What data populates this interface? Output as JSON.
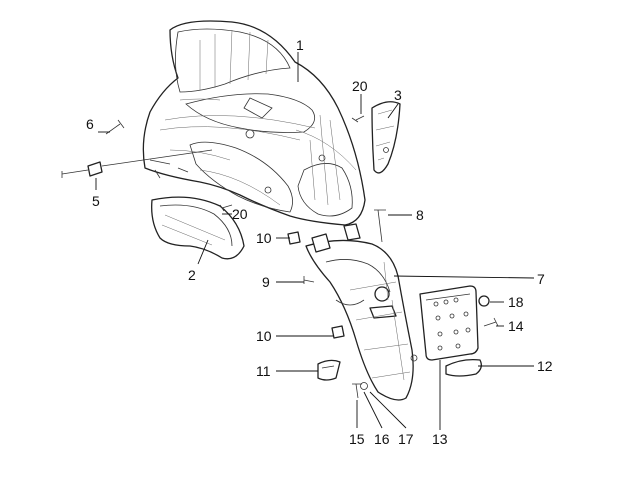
{
  "diagram": {
    "callouts": [
      {
        "id": "c1",
        "text": "1"
      },
      {
        "id": "c2",
        "text": "2"
      },
      {
        "id": "c3",
        "text": "3"
      },
      {
        "id": "c5",
        "text": "5"
      },
      {
        "id": "c6",
        "text": "6"
      },
      {
        "id": "c7",
        "text": "7"
      },
      {
        "id": "c8",
        "text": "8"
      },
      {
        "id": "c9",
        "text": "9"
      },
      {
        "id": "c10a",
        "text": "10"
      },
      {
        "id": "c10b",
        "text": "10"
      },
      {
        "id": "c11",
        "text": "11"
      },
      {
        "id": "c12",
        "text": "12"
      },
      {
        "id": "c13",
        "text": "13"
      },
      {
        "id": "c14",
        "text": "14"
      },
      {
        "id": "c15",
        "text": "15"
      },
      {
        "id": "c16",
        "text": "16"
      },
      {
        "id": "c17",
        "text": "17"
      },
      {
        "id": "c18",
        "text": "18"
      },
      {
        "id": "c20a",
        "text": "20"
      },
      {
        "id": "c20b",
        "text": "20"
      }
    ]
  }
}
